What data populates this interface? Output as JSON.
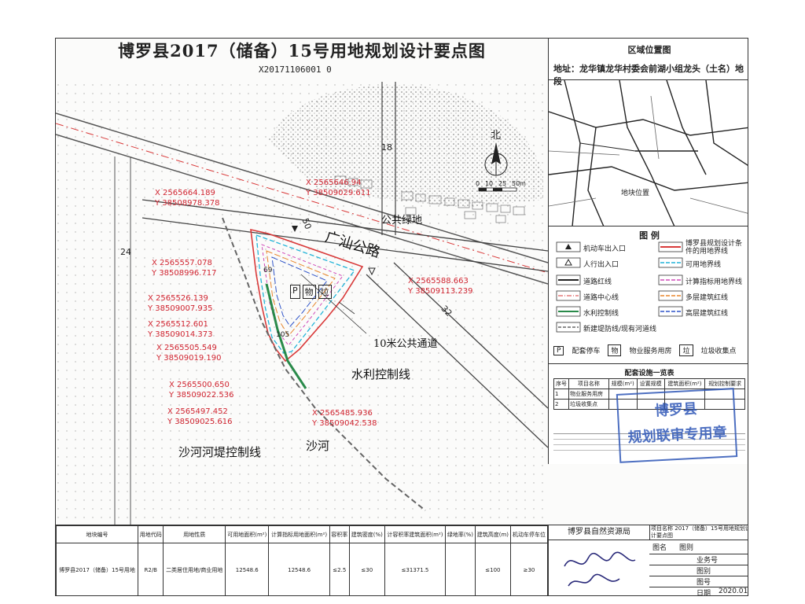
{
  "title": "博罗县2017（储备）15号用地规划设计要点图",
  "doc_code": "X20171106001 0",
  "location_panel": {
    "title": "区域位置图",
    "address": "地址：龙华镇龙华村委会前湖小组龙头（土名）地段",
    "site_label": "地块位置"
  },
  "north": {
    "label": "北",
    "scale_ticks": [
      "0",
      "10",
      "25",
      "50m"
    ]
  },
  "map_labels": {
    "road": "广汕公路",
    "green": "公共绿地",
    "parking": "P",
    "property": "物",
    "trash": "垃",
    "passage": "10米公共通道",
    "water_line": "水利控制线",
    "river_dike": "沙河河堤控制线",
    "river": "沙河",
    "num_18": "18",
    "num_24": "24",
    "num_50": "50",
    "num_32": "32",
    "num_69": "69",
    "num_105": "105"
  },
  "coordinates": [
    {
      "x": "X 2565664.189",
      "y": "Y 38508978.378"
    },
    {
      "x": "X 2565646.94",
      "y": "Y 38509029.611"
    },
    {
      "x": "X 2565557.078",
      "y": "Y 38508996.717"
    },
    {
      "x": "X 2565588.663",
      "y": "Y 38509113.239"
    },
    {
      "x": "X 2565526.139",
      "y": "Y 38509007.935"
    },
    {
      "x": "X 2565512.601",
      "y": "Y 38509014.373"
    },
    {
      "x": "X 2565505.549",
      "y": "Y 38509019.190"
    },
    {
      "x": "X 2565500.650",
      "y": "Y 38509022.536"
    },
    {
      "x": "X 2565497.452",
      "y": "Y 38509025.616"
    },
    {
      "x": "X 2565485.936",
      "y": "Y 38509042.538"
    }
  ],
  "legend": {
    "title": "图 例",
    "items": [
      {
        "label": "机动车出入口"
      },
      {
        "label": "博罗县规划设计条件的用地界线"
      },
      {
        "label": "人行出入口"
      },
      {
        "label": "可用地界线"
      },
      {
        "label": "道路红线"
      },
      {
        "label": "计算指标用地界线"
      },
      {
        "label": "道路中心线"
      },
      {
        "label": "多层建筑红线"
      },
      {
        "label": "水利控制线"
      },
      {
        "label": "高层建筑红线"
      },
      {
        "label": "新建堤防线/现有河道线"
      }
    ],
    "colors": {
      "red": "#d93a3a",
      "cyan": "#22b4d8",
      "magenta": "#d04ab8",
      "orange": "#e8862c",
      "blue": "#2f54c8",
      "black": "#222222",
      "pink": "#e06c8a"
    }
  },
  "facilities": {
    "parking_label": "配套停车",
    "property_label": "物业服务用房",
    "trash_label": "垃圾收集点",
    "table_title": "配套设施一览表",
    "headers": [
      "序号",
      "项目名称",
      "规模(m²)",
      "设置规模",
      "建筑面积(m²)",
      "规划控制要求"
    ],
    "rows": [
      [
        "1",
        "物业服务用房",
        "",
        "",
        "",
        ""
      ],
      [
        "2",
        "垃圾收集点",
        "",
        "",
        "",
        ""
      ]
    ]
  },
  "stamp": {
    "line1": "博罗县",
    "line2": "规划联审专用章"
  },
  "bottom_table": {
    "headers": [
      "地块编号",
      "用地代码",
      "用地性质",
      "可用地面积(m²)",
      "计算指标用地面积(m²)",
      "容积率",
      "建筑密度(%)",
      "计容积率建筑面积(m²)",
      "绿地率(%)",
      "建筑高度(m)",
      "机动车停车位"
    ],
    "row": [
      "博罗县2017（储备）15号用地",
      "R2/B",
      "二类居住用地/商业用地",
      "12548.6",
      "12548.6",
      "≤2.5",
      "≤30",
      "≤31371.5",
      "",
      "≤100",
      "≥30"
    ],
    "authority": "博罗县自然资源局",
    "project_label": "项目名称",
    "project_name": "2017（储备）15号用地规划设计要点图",
    "drawing_label": "图名",
    "drawing_name": "图则",
    "sign_rows": [
      "业务号",
      "图别",
      "图号",
      "日期"
    ],
    "date": "2020.01"
  }
}
